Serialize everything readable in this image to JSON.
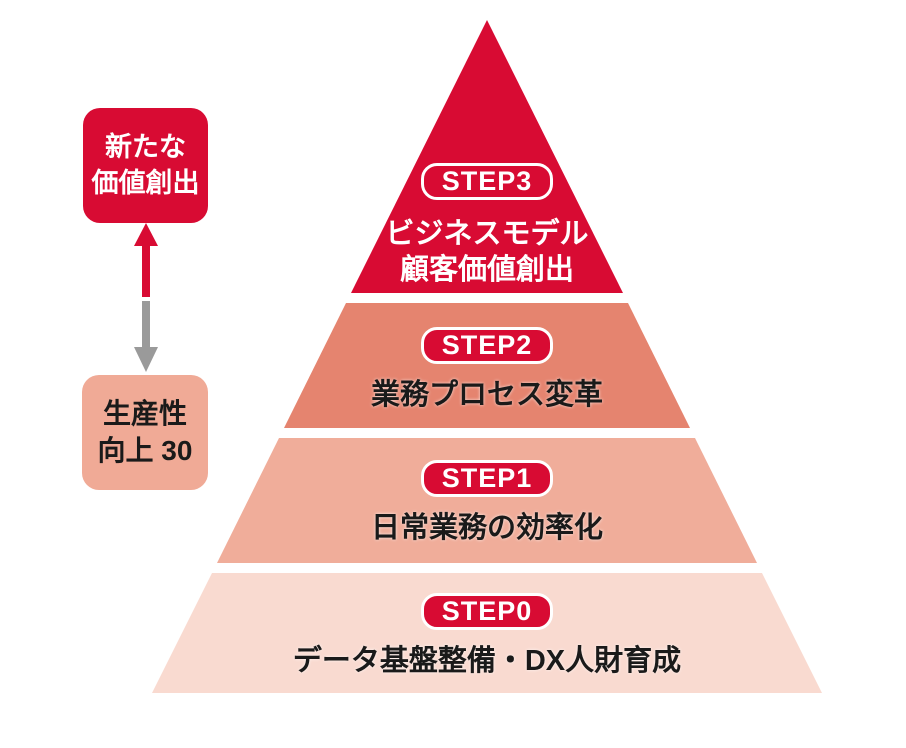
{
  "colors": {
    "red": "#D80B33",
    "step2_bg": "#E5846F",
    "step1_bg": "#F0AD9A",
    "step0_bg": "#F9DAD0",
    "pink_box_bg": "#F0AA96",
    "arrow_gray": "#9A9A9A",
    "text_dark": "#1A1A1A"
  },
  "left_panel": {
    "top_box": {
      "lines": [
        "新たな",
        "価値創出"
      ]
    },
    "bottom_box": {
      "lines": [
        "生産性",
        "向上 30"
      ]
    }
  },
  "pyramid": {
    "levels": [
      {
        "id": "step3",
        "badge": "STEP3",
        "lines": [
          "ビジネスモデル",
          "顧客価値創出"
        ]
      },
      {
        "id": "step2",
        "badge": "STEP2",
        "lines": [
          "業務プロセス変革"
        ]
      },
      {
        "id": "step1",
        "badge": "STEP1",
        "lines": [
          "日常業務の効率化"
        ]
      },
      {
        "id": "step0",
        "badge": "STEP0",
        "lines": [
          "データ基盤整備・DX人財育成"
        ]
      }
    ]
  }
}
